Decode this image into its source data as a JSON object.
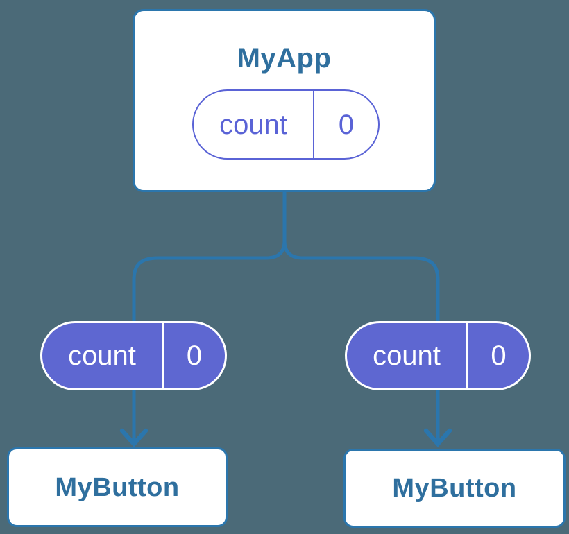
{
  "diagram": {
    "description": "component-tree-state-diagram",
    "parent": {
      "title": "MyApp",
      "state": {
        "name": "count",
        "value": "0"
      }
    },
    "children": [
      {
        "title": "MyButton",
        "prop": {
          "name": "count",
          "value": "0"
        }
      },
      {
        "title": "MyButton",
        "prop": {
          "name": "count",
          "value": "0"
        }
      }
    ]
  },
  "colors": {
    "bg_color": "#4b6a78",
    "line_color": "#2b76ad",
    "node_bg": "#ffffff",
    "title_color": "#2f6f9e",
    "pill_stroke": "#5a63d6",
    "pill_fill": "#5e67d1",
    "pill_text_light": "#ffffff"
  }
}
